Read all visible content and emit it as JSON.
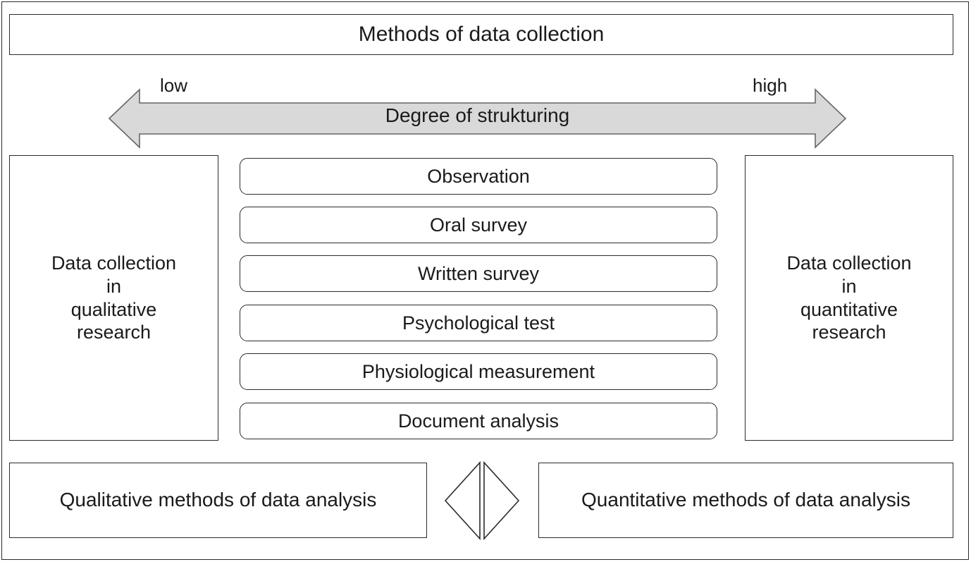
{
  "diagram": {
    "title": "Methods of data collection",
    "axis": {
      "label": "Degree of strukturing",
      "low_label": "low",
      "high_label": "high",
      "arrow_fill": "#d9d9d9",
      "arrow_stroke": "#666666",
      "direction": "double"
    },
    "left_column": {
      "text": "Data collection\nin\nqualitative\nresearch"
    },
    "right_column": {
      "text": "Data collection\nin\nquantitative\nresearch"
    },
    "methods": [
      {
        "label": "Observation"
      },
      {
        "label": "Oral survey"
      },
      {
        "label": "Written survey"
      },
      {
        "label": "Psychological test"
      },
      {
        "label": "Physiological measurement"
      },
      {
        "label": "Document analysis"
      }
    ],
    "analysis": {
      "left": "Qualitative methods of data analysis",
      "right": "Quantitative methods of data analysis",
      "connector": "double-triangle"
    },
    "colors": {
      "stroke": "#2b2b2b",
      "background": "#ffffff",
      "text": "#1a1a1a"
    }
  }
}
